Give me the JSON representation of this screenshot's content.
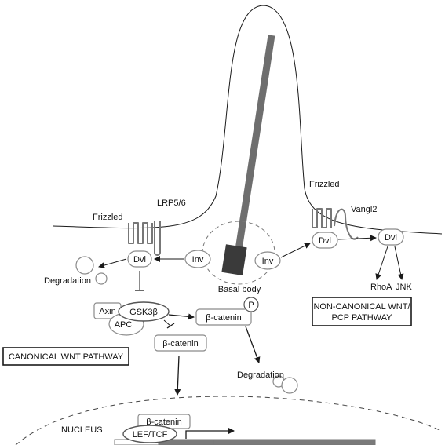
{
  "colors": {
    "line": "#1a1a1a",
    "node_border": "#8a8a8a",
    "axoneme": "#6e6e6e",
    "basal_body": "#3a3a3a",
    "dna_dark": "#7a7a7a"
  },
  "membrane": {
    "frizzled_left": "Frizzled",
    "lrp": "LRP5/6",
    "frizzled_right": "Frizzled",
    "vangl2": "Vangl2"
  },
  "nodes": {
    "inv_left": "Inv",
    "inv_right": "Inv",
    "basal_body": "Basal body",
    "dvl_left": "Dvl",
    "dvl_mid": "Dvl",
    "dvl_right": "Dvl",
    "degradation_top": "Degradation",
    "axin": "Axin",
    "gsk": "GSK3β",
    "apc": "APC",
    "beta_catenin_p": "β-catenin",
    "phospho": "P",
    "beta_catenin_free": "β-catenin",
    "degradation_bottom": "Degradation",
    "beta_catenin_nuc": "β-catenin",
    "lef_tcf": "LEF/TCF",
    "nucleus": "NUCLEUS",
    "rhoa": "RhoA",
    "jnk": "JNK"
  },
  "pathways": {
    "canonical": "CANONICAL WNT PATHWAY",
    "noncanonical_line1": "NON-CANONICAL WNT/",
    "noncanonical_line2": "PCP PATHWAY"
  }
}
